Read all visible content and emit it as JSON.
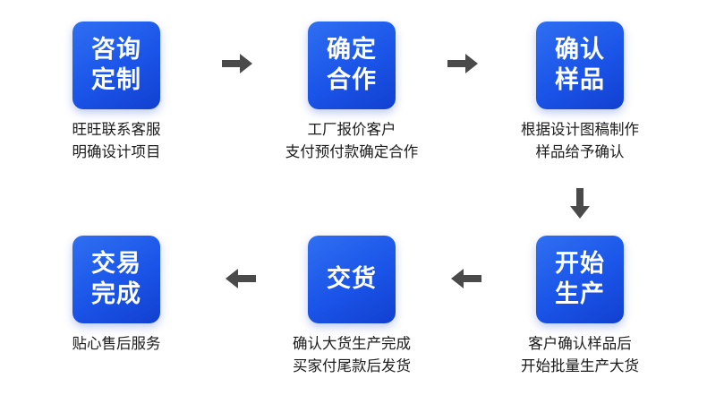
{
  "steps": [
    {
      "title": "咨询\n定制",
      "desc": [
        "旺旺联系客服",
        "明确设计项目"
      ]
    },
    {
      "title": "确定\n合作",
      "desc": [
        "工厂报价客户",
        "支付预付款确定合作"
      ]
    },
    {
      "title": "确认\n样品",
      "desc": [
        "根据设计图稿制作",
        "样品给予确认"
      ]
    },
    {
      "title": "交易\n完成",
      "desc": [
        "贴心售后服务"
      ]
    },
    {
      "title": "交货",
      "desc": [
        "确认大货生产完成",
        "买家付尾款后发货"
      ]
    },
    {
      "title": "开始\n生产",
      "desc": [
        "客户确认样品后",
        "开始批量生产大货"
      ]
    }
  ],
  "colors": {
    "box_gradient_start": "#2f6ff2",
    "box_gradient_end": "#1240cf",
    "arrow": "#4a4a4a",
    "text": "#1b1b1b"
  }
}
